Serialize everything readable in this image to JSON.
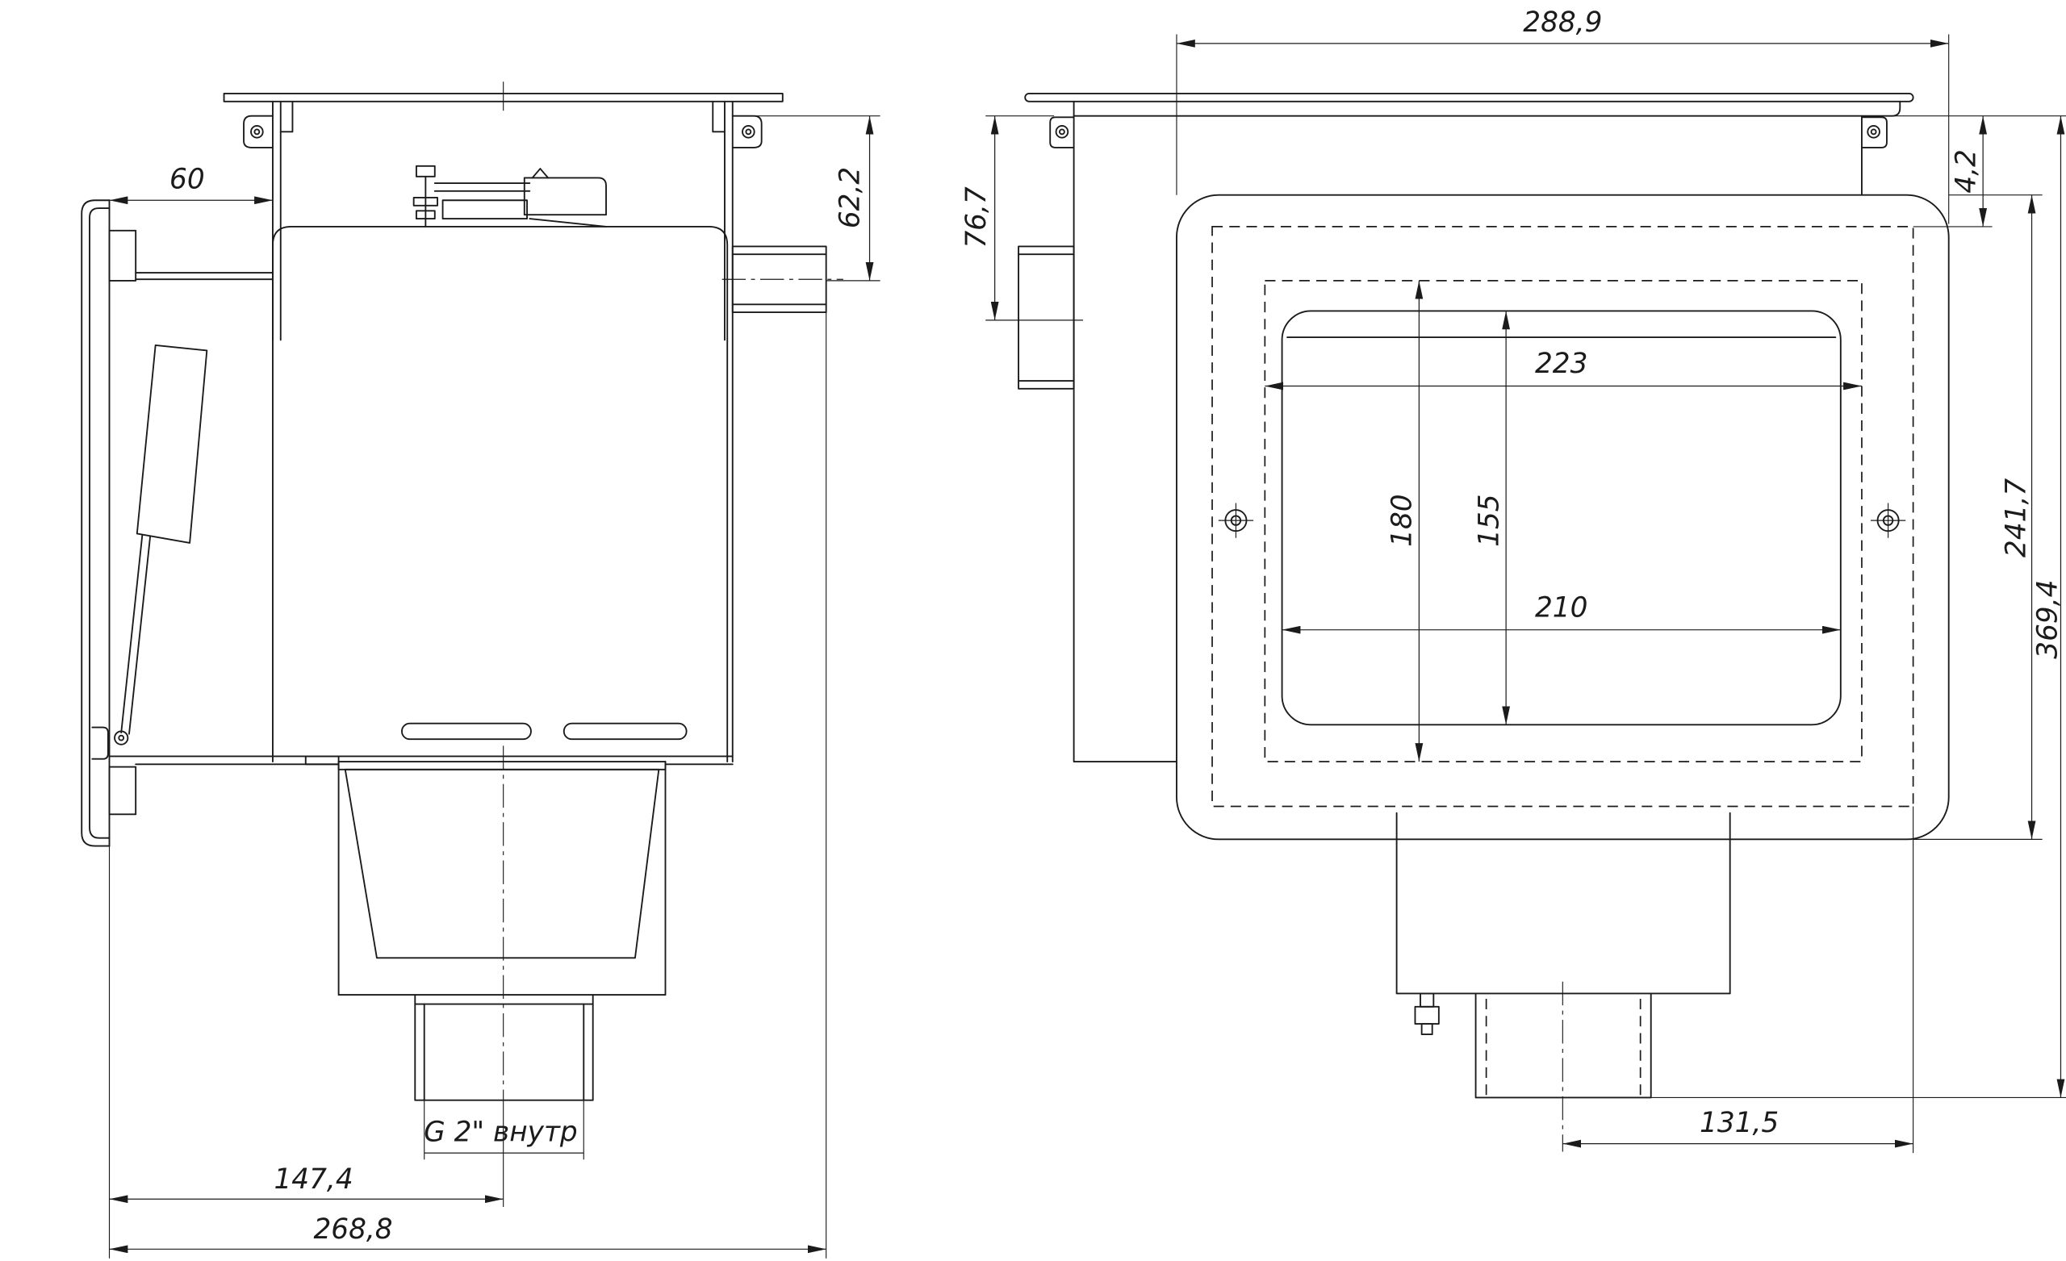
{
  "drawing": {
    "dimensions": {
      "top_width": "288,9",
      "arm_depth": "60",
      "outlet_height": "62,2",
      "side_inlet_height": "76,7",
      "flange_gap": "4,2",
      "face_height": "241,7",
      "total_height": "369,4",
      "mouth_outer_width": "223",
      "mouth_outer_height": "180",
      "mouth_inner_height": "155",
      "mouth_inner_width": "210",
      "outlet_offset": "131,5",
      "thread_label": "G 2\" внутр",
      "axis_offset": "147,4",
      "total_depth": "268,8"
    }
  }
}
